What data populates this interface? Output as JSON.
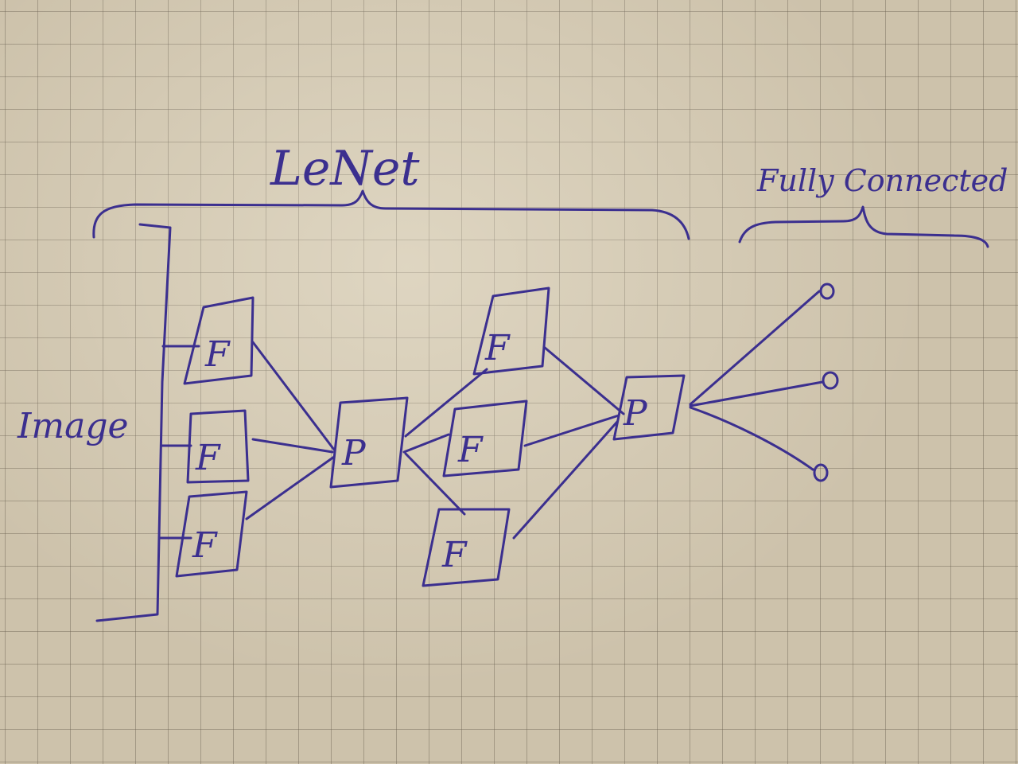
{
  "labels": {
    "lenet": "LeNet",
    "fully_connected": "Fully Connected",
    "image": "Image"
  },
  "nodes": {
    "f1": "F",
    "f2": "F",
    "f3": "F",
    "p1": "P",
    "f4": "F",
    "f5": "F",
    "f6": "F",
    "p2": "P"
  },
  "colors": {
    "ink": "#3b2f8f",
    "paper": "#cdc2ab",
    "grid": "#6e6455"
  }
}
